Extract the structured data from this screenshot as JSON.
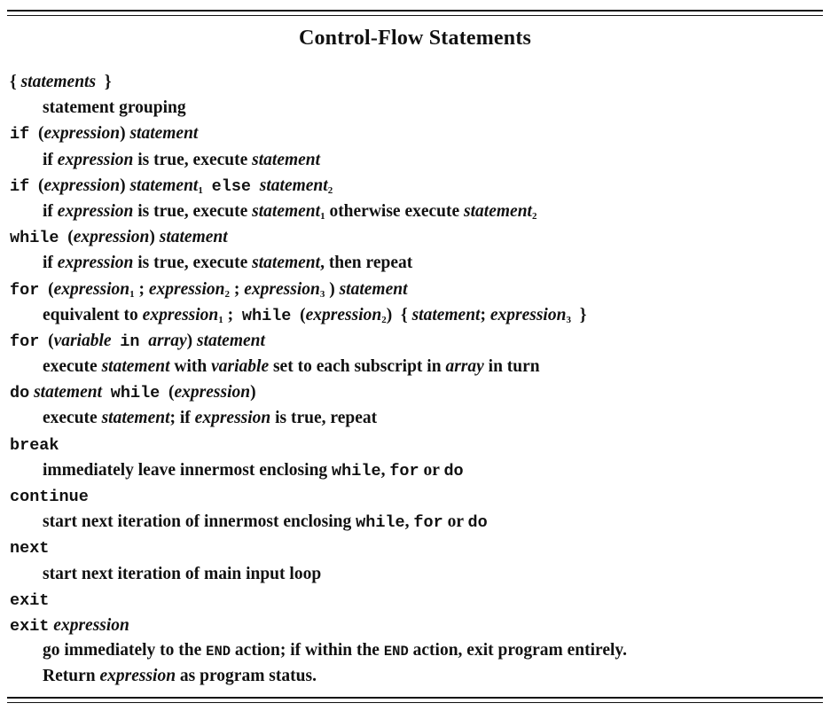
{
  "title": "Control-Flow Statements",
  "kw": {
    "if": "if",
    "else": "else",
    "while": "while",
    "for": "for",
    "in": "in",
    "do": "do",
    "break": "break",
    "continue": "continue",
    "next": "next",
    "exit": "exit",
    "END": "END"
  },
  "sym": {
    "lbrace": "{",
    "rbrace": "}",
    "lparen": "(",
    "rparen": ")",
    "semi": ";",
    "comma": ",",
    "sub1": "1",
    "sub2": "2",
    "sub3": "3"
  },
  "words": {
    "statements": "statements",
    "statement": "statement",
    "expression": "expression",
    "variable": "variable",
    "array": "array"
  },
  "entries": {
    "grouping": {
      "desc": "statement grouping"
    },
    "if": {
      "desc_a": "if",
      "desc_b": "is true, execute"
    },
    "ifelse": {
      "desc_a": "if",
      "desc_b": "is true, execute",
      "desc_c": "otherwise execute"
    },
    "while": {
      "desc_a": "if",
      "desc_b": "is true, execute",
      "desc_c": ", then repeat"
    },
    "for": {
      "desc_a": "equivalent to"
    },
    "forin": {
      "desc_a": "execute",
      "desc_b": "with",
      "desc_c": "set to each subscript in",
      "desc_d": "in turn"
    },
    "dowhile": {
      "desc_a": "execute",
      "desc_b": "; if",
      "desc_c": "is true, repeat"
    },
    "break": {
      "desc_a": "immediately leave innermost enclosing",
      "desc_or": "or"
    },
    "continue": {
      "desc_a": "start next iteration of innermost enclosing",
      "desc_or": "or"
    },
    "next": {
      "desc": "start next iteration of main input loop"
    },
    "exitexpr": {
      "desc_a": "go immediately to the",
      "desc_b": "action; if within the",
      "desc_c": "action, exit program entirely.",
      "desc2_a": "Return",
      "desc2_b": "as program status."
    }
  }
}
